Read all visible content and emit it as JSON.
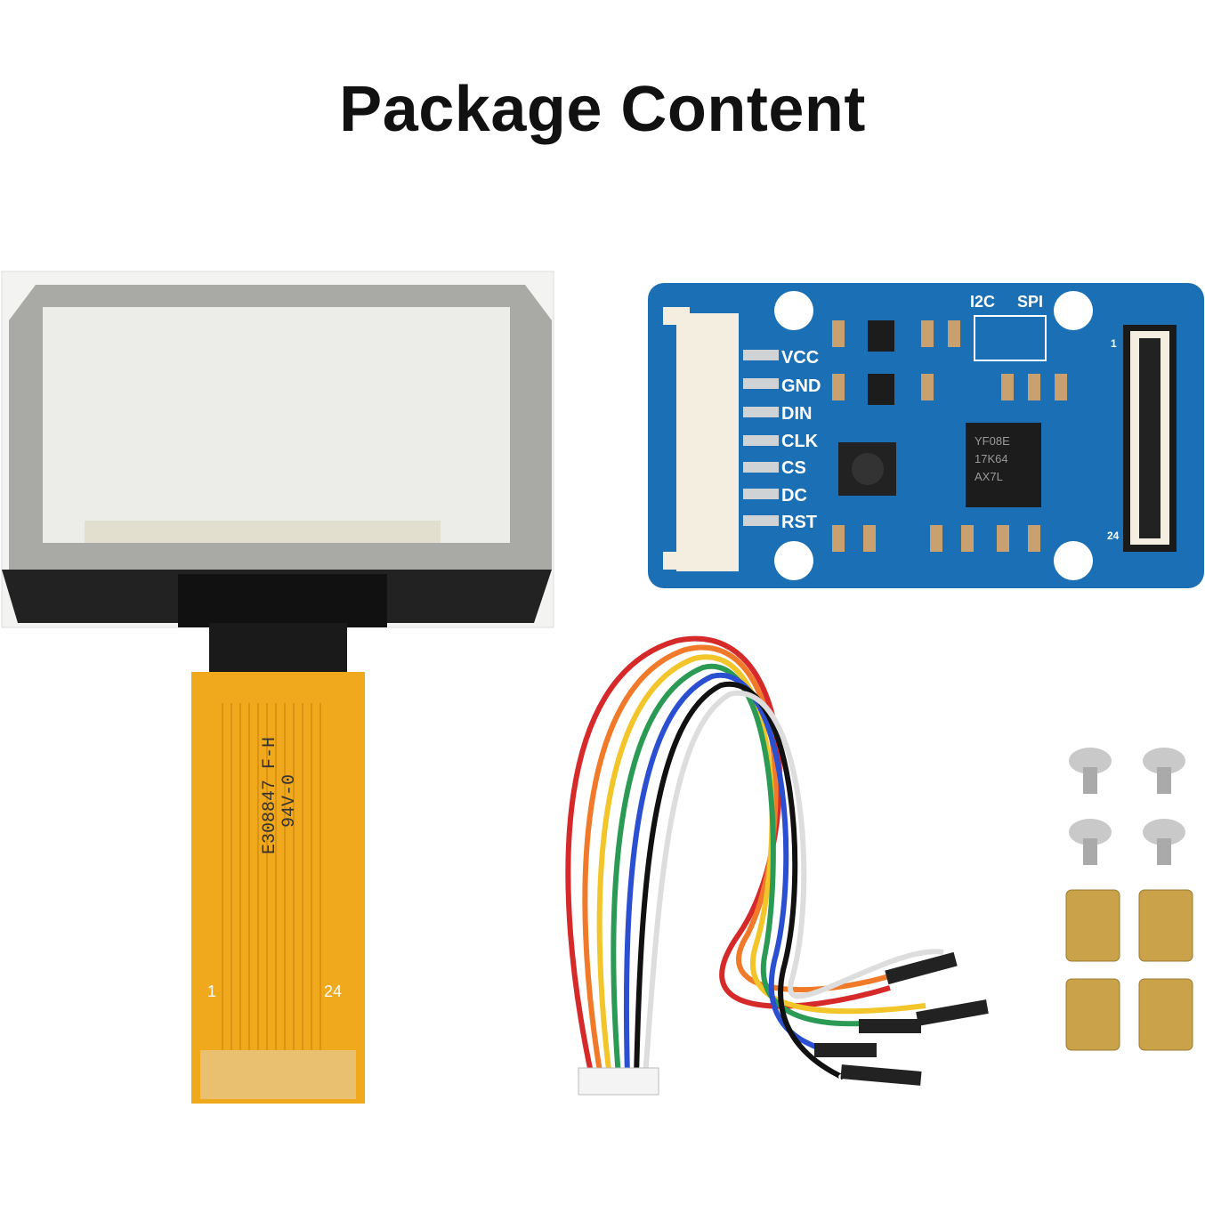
{
  "title": "Package Content",
  "items": {
    "oled_panel": {
      "fpc_text_1": "E308847 F-H",
      "fpc_text_2": "94V-0",
      "pin_start": "1",
      "pin_end": "24"
    },
    "driver_board": {
      "pins": [
        "VCC",
        "GND",
        "DIN",
        "CLK",
        "CS",
        "DC",
        "RST"
      ],
      "mode_labels": [
        "I2C",
        "SPI"
      ],
      "connector_pin_start": "1",
      "connector_pin_end": "24",
      "chip_text": [
        "YF08E",
        "17K64",
        "AX7L"
      ],
      "board_color": "#1a6fb5"
    },
    "cable": {
      "wire_colors": [
        "#d62a2a",
        "#f07a2a",
        "#f2c62a",
        "#2a9a55",
        "#2a4fd0",
        "#111111",
        "#ffffff"
      ]
    },
    "screws_count": 4,
    "standoffs_count": 4
  }
}
